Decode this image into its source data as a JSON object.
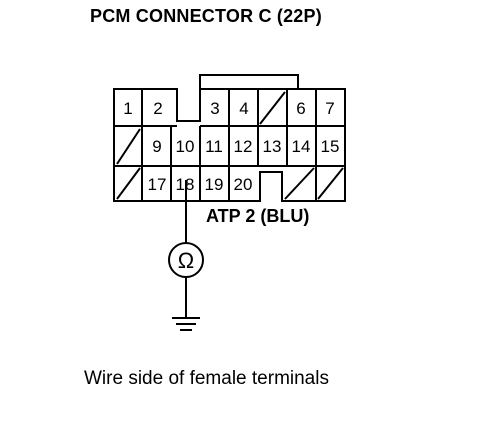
{
  "title": "PCM CONNECTOR C (22P)",
  "wire_label": "ATP 2 (BLU)",
  "caption": "Wire side of female terminals",
  "ohmmeter_symbol": "Ω",
  "pins": {
    "p1": "1",
    "p2": "2",
    "p3": "3",
    "p4": "4",
    "p6": "6",
    "p7": "7",
    "p9": "9",
    "p10": "10",
    "p11": "11",
    "p12": "12",
    "p13": "13",
    "p14": "14",
    "p15": "15",
    "p17": "17",
    "p18": "18",
    "p19": "19",
    "p20": "20"
  }
}
